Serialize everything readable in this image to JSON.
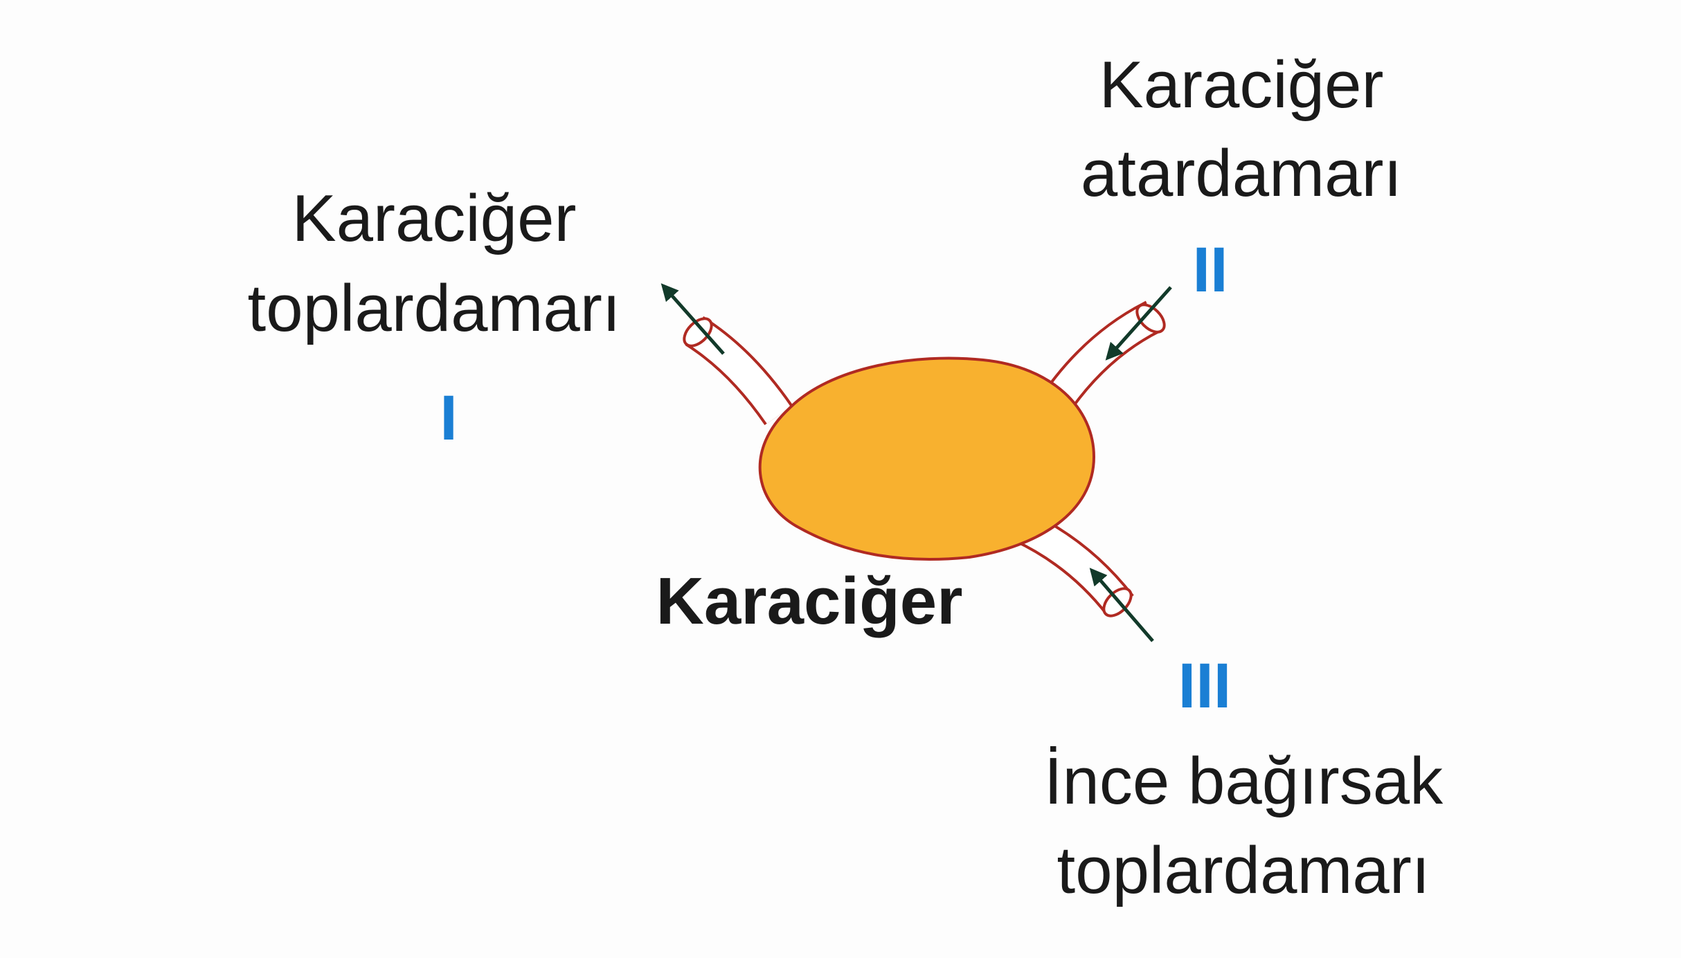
{
  "labels": {
    "vessel_i": {
      "line1": "Karaciğer",
      "line2": "toplardamarı",
      "numeral": "I"
    },
    "vessel_ii": {
      "line1": "Karaciğer",
      "line2": "atardamarı",
      "numeral": "II"
    },
    "vessel_iii": {
      "line1": "İnce bağırsak",
      "line2": "toplardamarı",
      "numeral": "III"
    },
    "organ": "Karaciğer"
  },
  "colors": {
    "liver_fill": "#f8b12f",
    "liver_outline": "#b02a22",
    "numeral_blue": "#1a7fd4",
    "arrow": "#123a2a"
  }
}
